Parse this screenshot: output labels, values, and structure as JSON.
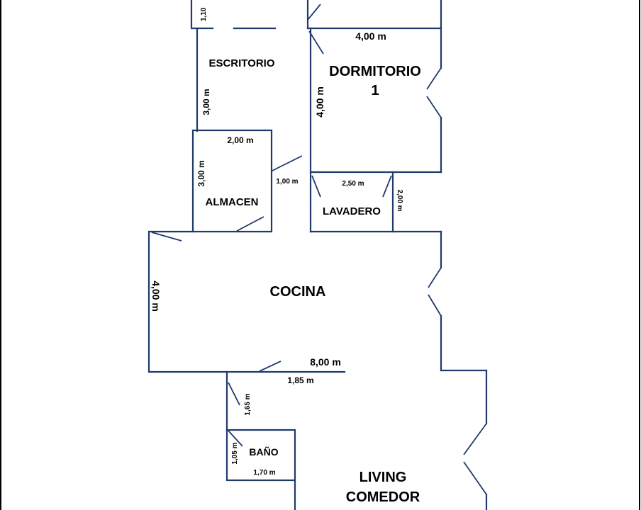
{
  "rooms": {
    "dormitorio_line1": "DORMITORIO",
    "dormitorio_line2": "1",
    "escritorio": "ESCRITORIO",
    "almacen": "ALMACEN",
    "lavadero": "LAVADERO",
    "cocina": "COCINA",
    "bano": "BAÑO",
    "living_line1": "LIVING",
    "living_line2": "COMEDOR"
  },
  "dimensions": {
    "top_left": "1,10",
    "dormitorio_width": "4,00 m",
    "dormitorio_height": "4,00 m",
    "escritorio_height": "3,00 m",
    "almacen_width": "2,00 m",
    "almacen_height": "3,00 m",
    "passage_width": "1,00 m",
    "lavadero_width": "2,50 m",
    "lavadero_height": "2,00 m",
    "cocina_height": "4,00 m",
    "cocina_width": "8,00 m",
    "hall_width": "1,85 m",
    "hall_height": "1,65 m",
    "bano_height": "1,05 m",
    "bano_width": "1,70 m"
  }
}
